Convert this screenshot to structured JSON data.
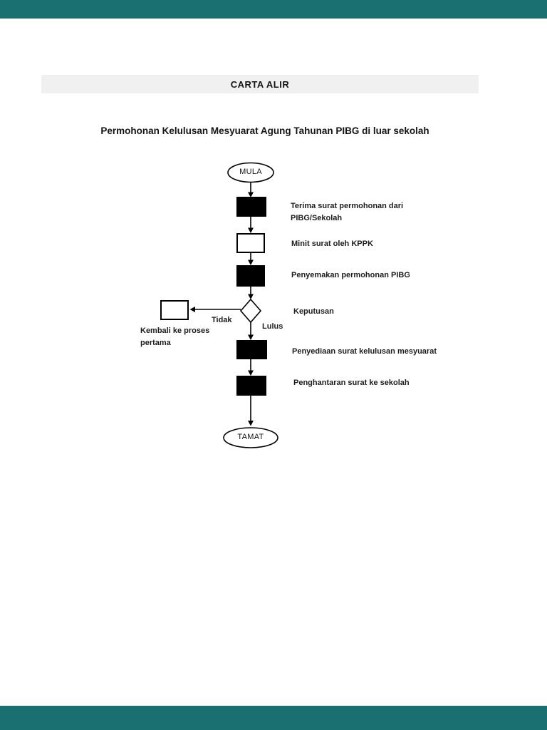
{
  "viewer": {
    "top_bar_color": "#1a7070",
    "bottom_bar_color": "#1a7070",
    "page_background": "#ffffff"
  },
  "header": {
    "label": "CARTA ALIR",
    "background_color": "#f0f0f0"
  },
  "document_title": "Permohonan Kelulusan Mesyuarat Agung Tahunan PIBG di luar sekolah",
  "flowchart": {
    "line_color": "#000000",
    "start_label": "MULA",
    "end_label": "TAMAT",
    "steps": [
      {
        "shape": "filled-process",
        "label": "Terima surat permohonan dari PIBG/Sekolah"
      },
      {
        "shape": "outline-process",
        "label": "Minit surat oleh KPPK"
      },
      {
        "shape": "filled-process",
        "label": "Penyemakan permohonan PIBG"
      },
      {
        "shape": "filled-process",
        "label": "Penyediaan surat kelulusan mesyuarat"
      },
      {
        "shape": "filled-process",
        "label": "Penghantaran surat ke sekolah"
      }
    ],
    "decision": {
      "label": "Keputusan",
      "no_branch_label": "Tidak",
      "yes_branch_label": "Lulus",
      "no_branch_target": "Kembali ke proses pertama"
    }
  }
}
